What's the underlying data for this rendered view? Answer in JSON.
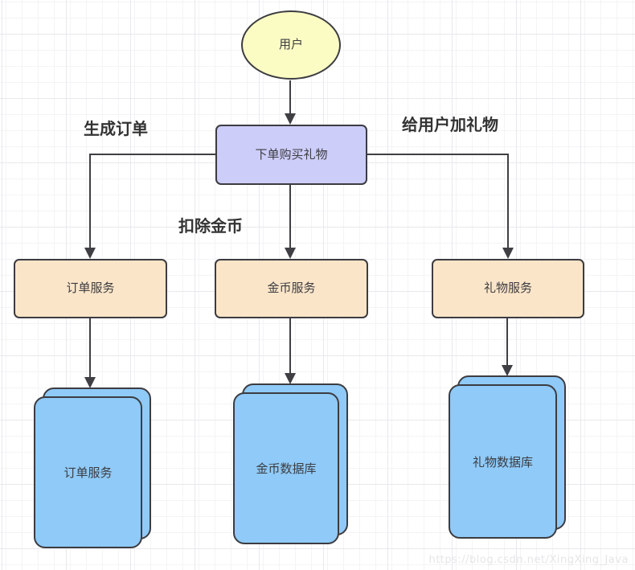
{
  "diagram": {
    "title_hint": "gift purchase flow diagram",
    "nodes": {
      "user": {
        "label": "用户"
      },
      "order_action": {
        "label": "下单购买礼物"
      },
      "order_service": {
        "label": "订单服务"
      },
      "coin_service": {
        "label": "金币服务"
      },
      "gift_service": {
        "label": "礼物服务"
      },
      "order_db": {
        "label": "订单服务"
      },
      "coin_db": {
        "label": "金币数据库"
      },
      "gift_db": {
        "label": "礼物数据库"
      }
    },
    "edge_labels": {
      "generate_order": "生成订单",
      "deduct_coins": "扣除金币",
      "add_gift": "给用户加礼物"
    },
    "colors": {
      "user_fill": "#fbfcc3",
      "action_fill": "#cdcdfa",
      "service_fill": "#fbe5c8",
      "db_fill": "#8fcaf8",
      "stroke": "#3c3c41",
      "label_text": "#333333"
    },
    "watermark": "https://blog.csdn.net/XingXing_Java"
  }
}
